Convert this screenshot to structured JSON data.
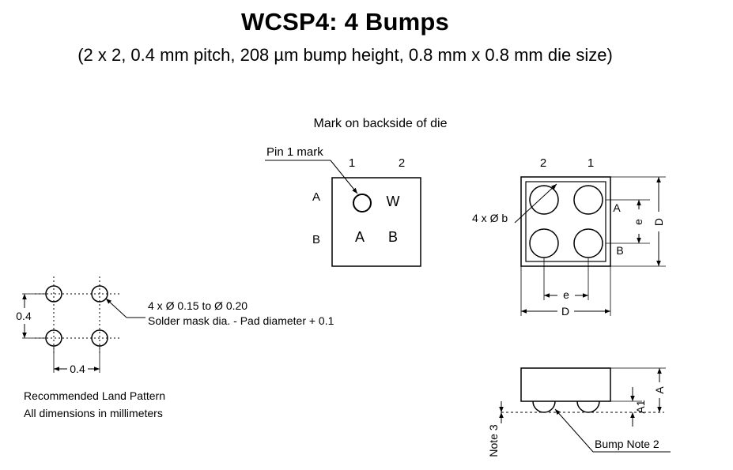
{
  "header": {
    "title": "WCSP4: 4 Bumps",
    "subtitle": "(2 x 2, 0.4 mm pitch, 208 µm bump height, 0.8 mm x 0.8 mm die size)"
  },
  "top_view": {
    "caption": "Mark on backside of die",
    "pin1_label": "Pin 1 mark",
    "col_labels": [
      "1",
      "2"
    ],
    "row_labels": [
      "A",
      "B"
    ],
    "marks": [
      "W",
      "A",
      "B"
    ]
  },
  "bottom_view": {
    "col_labels": [
      "2",
      "1"
    ],
    "row_labels": [
      "A",
      "B"
    ],
    "bump_callout": "4 x Ø b",
    "dim_e": "e",
    "dim_D": "D"
  },
  "land_pattern": {
    "pitch_v": "0.4",
    "pitch_h": "0.4",
    "callout_line1": "4 x Ø 0.15 to Ø 0.20",
    "callout_line2": "Solder mask dia. - Pad diameter + 0.1",
    "note_line1": "Recommended Land Pattern",
    "note_line2": "All dimensions in millimeters"
  },
  "side_view": {
    "dim_A": "A",
    "dim_A1": "A1",
    "note3": "Note 3",
    "bump_note": "Bump Note 2"
  }
}
